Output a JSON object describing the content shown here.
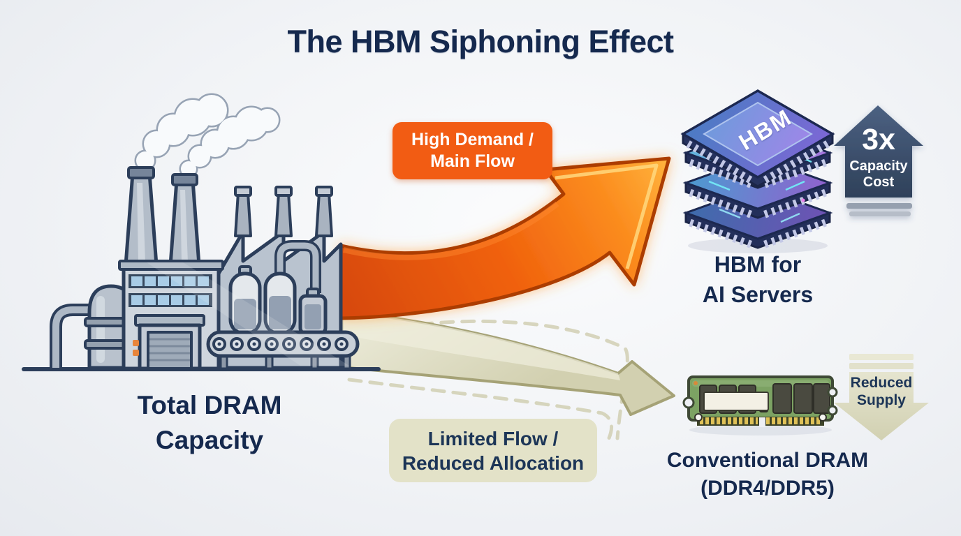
{
  "title": "The HBM Siphoning Effect",
  "background_color": "#EDEFF3",
  "text_color": "#15294E",
  "factory": {
    "caption_line1": "Total DRAM",
    "caption_line2": "Capacity"
  },
  "main_flow": {
    "badge_line1": "High Demand /",
    "badge_line2": "Main Flow",
    "badge_color": "#F25C13",
    "arrow_color": "#F0610D"
  },
  "limited_flow": {
    "badge_line1": "Limited Flow /",
    "badge_line2": "Reduced Allocation",
    "badge_color": "#E3E2C8",
    "arrow_color": "#DBD9BD"
  },
  "hbm": {
    "chip_label": "HBM",
    "caption_line1": "HBM for",
    "caption_line2": "AI Servers",
    "cost_arrow": {
      "multiplier": "3x",
      "line1": "Capacity",
      "line2": "Cost",
      "color": "#3A4E6E"
    }
  },
  "dram": {
    "caption_line1": "Conventional DRAM",
    "caption_line2": "(DDR4/DDR5)",
    "supply_arrow": {
      "line1": "Reduced",
      "line2": "Supply",
      "color": "#DEDDC2"
    }
  }
}
